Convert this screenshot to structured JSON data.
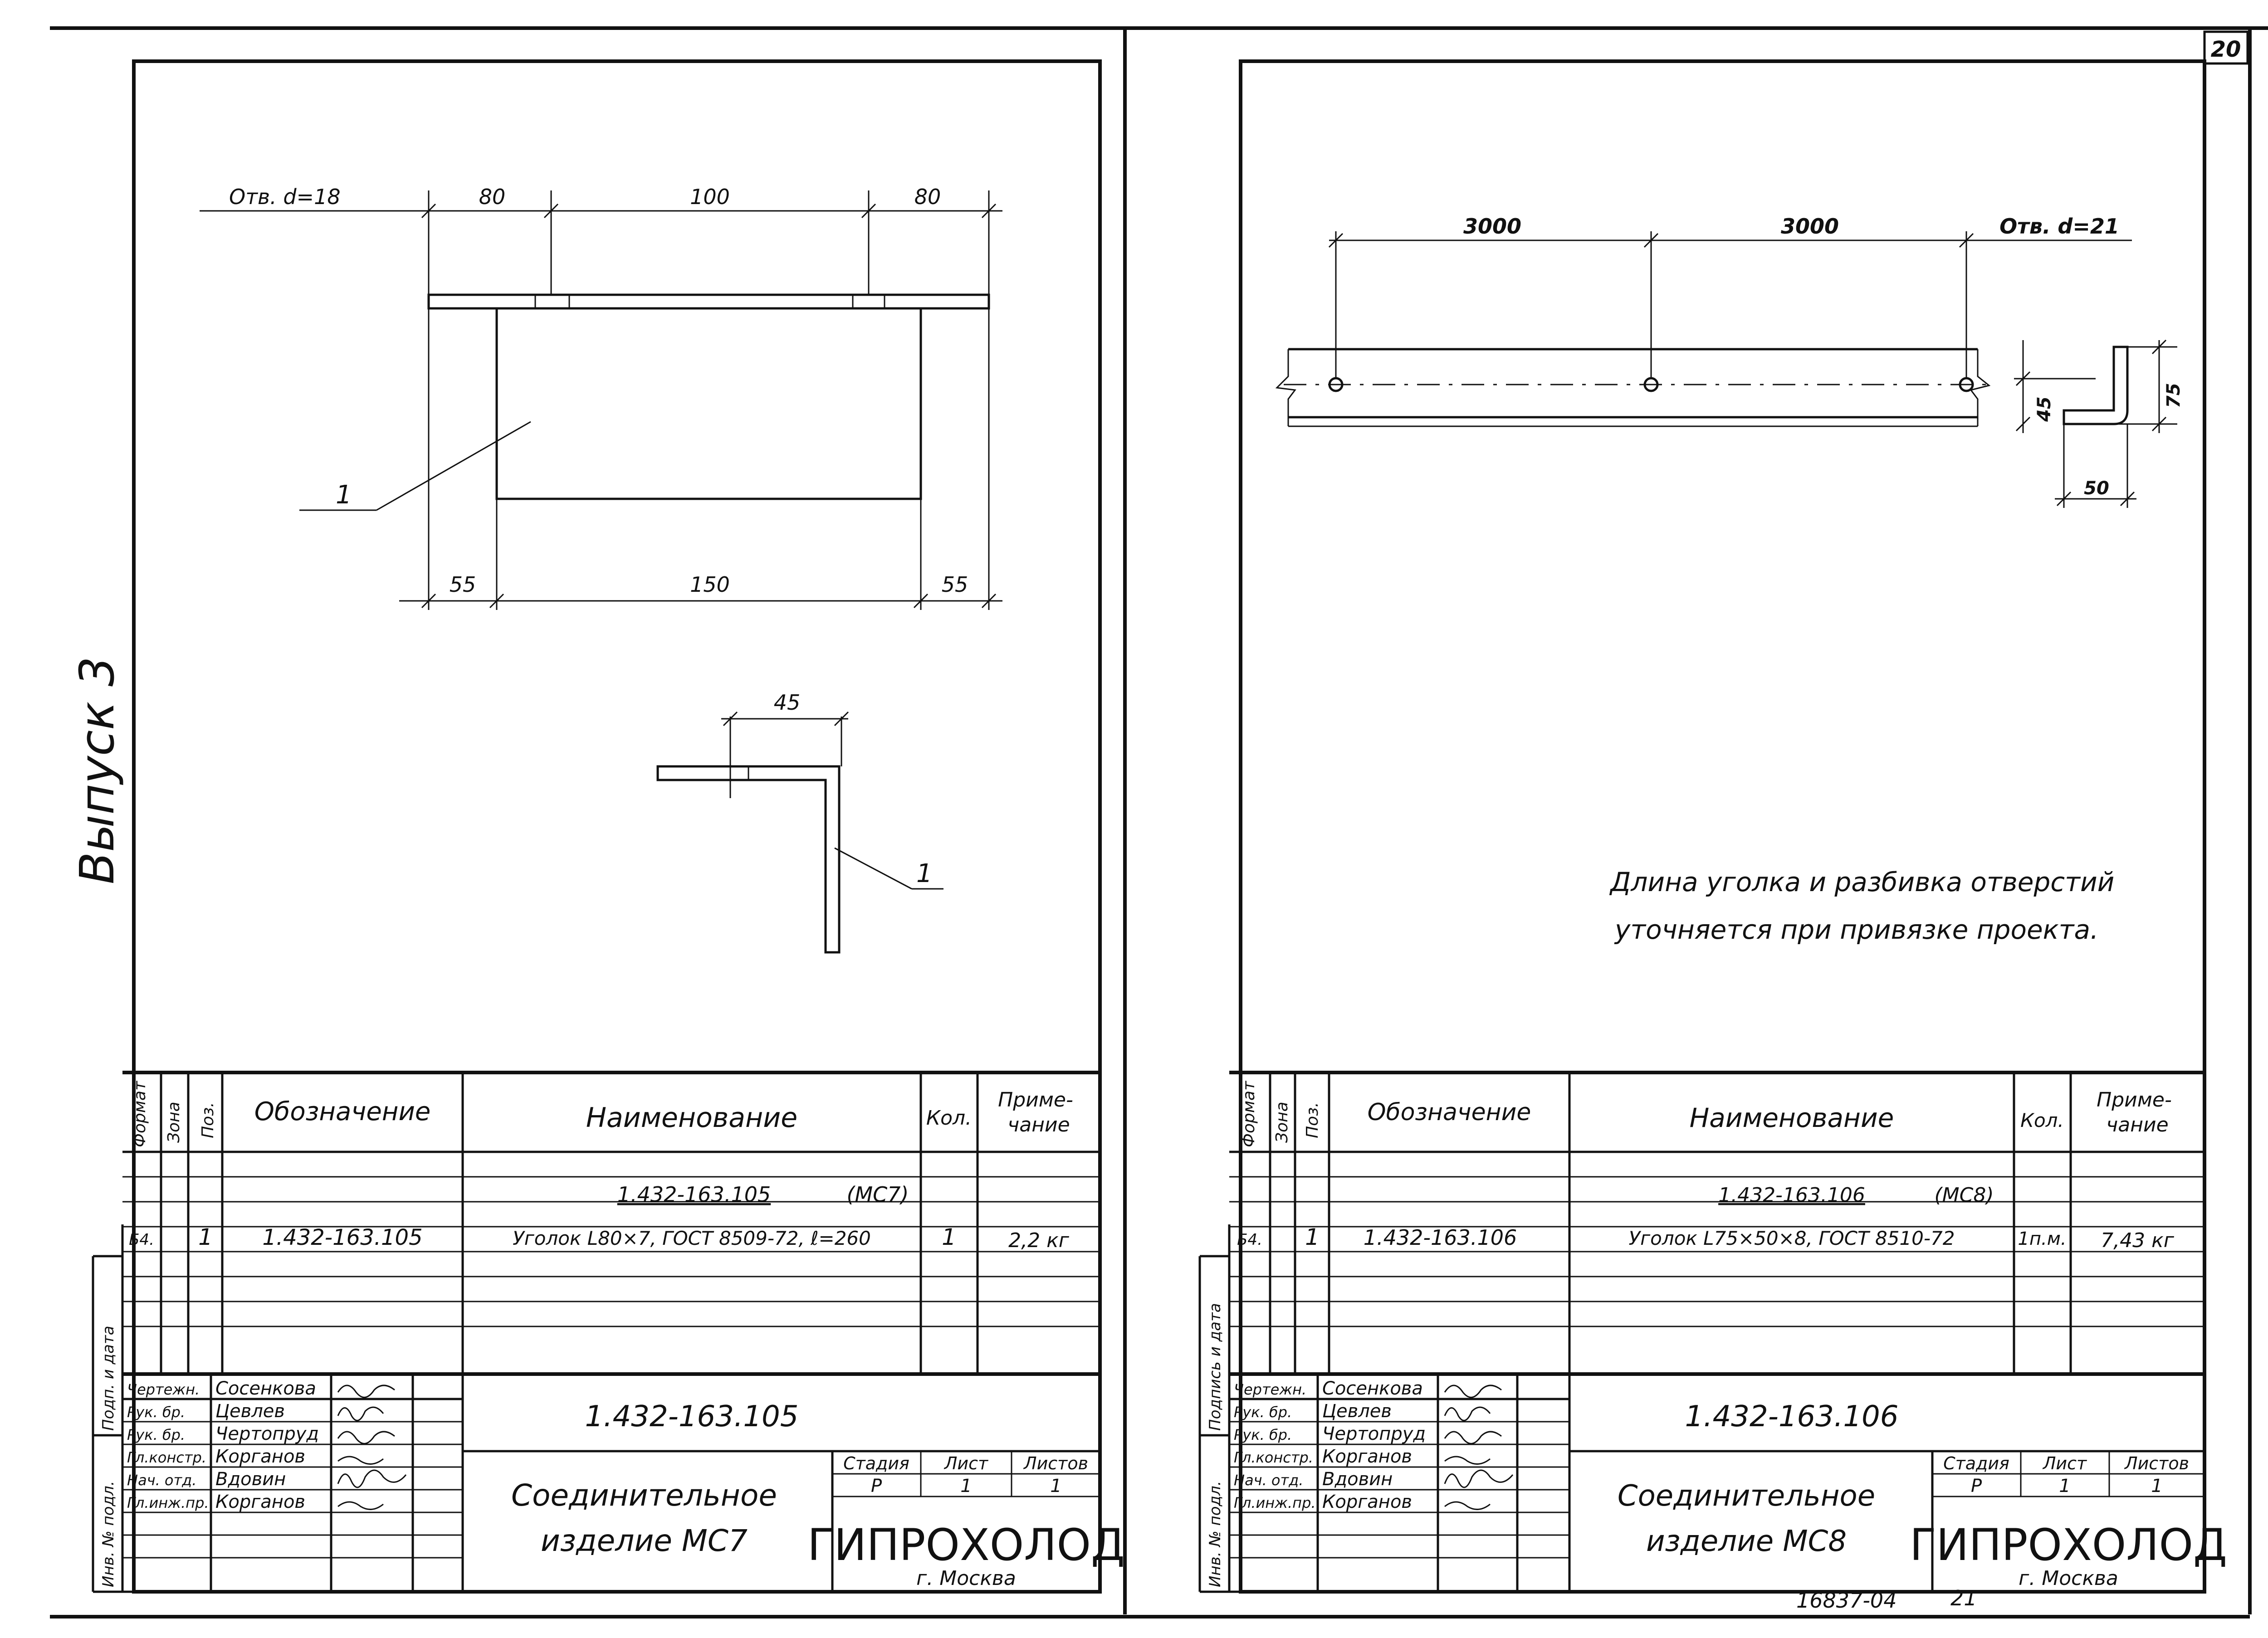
{
  "page_number": "20",
  "series": "Выпуск 3",
  "bottom_code": "16837-04",
  "bottom_sheet": "21",
  "left_sheet": {
    "drawing": {
      "hole_label": "Отв. d=18",
      "dim_top_a": "80",
      "dim_top_b": "100",
      "dim_top_c": "80",
      "dim_bot_a": "55",
      "dim_bot_b": "150",
      "dim_bot_c": "55",
      "dim_section": "45",
      "pos_label_1": "1",
      "pos_label_2": "1"
    },
    "table": {
      "h_format": "Формат",
      "h_zone": "Зона",
      "h_pos": "Поз.",
      "h_designation": "Обозначение",
      "h_name": "Наименование",
      "h_qty": "Кол.",
      "h_note": "Приме-\nчание",
      "group_title": "1.432-163.105",
      "group_mark": "(МС7)",
      "row_format": "Б4.",
      "row_pos": "1",
      "row_designation": "1.432-163.105",
      "row_name": "Уголок L80×7, ГОСТ 8509-72, ℓ=260",
      "row_qty": "1",
      "row_note": "2,2 кг"
    },
    "stamp": {
      "side_top": "Подп. и дата",
      "side_bottom": "Инв. № подл.",
      "roles": [
        "Чертежн.",
        "Рук. бр.",
        "Рук. бр.",
        "Гл.констр.",
        "Нач. отд.",
        "Гл.инж.пр."
      ],
      "names": [
        "Сосенкова",
        "Цевлев",
        "Чертопруд",
        "Корганов",
        "Вдовин",
        "Корганов"
      ],
      "code": "1.432-163.105",
      "title_1": "Соединительное",
      "title_2": "изделие МС7",
      "h_stage": "Стадия",
      "h_sheet": "Лист",
      "h_sheets": "Листов",
      "stage": "Р",
      "sheet": "1",
      "sheets": "1",
      "org": "ГИПРОХОЛОД",
      "city": "г. Москва"
    }
  },
  "right_sheet": {
    "drawing": {
      "dim_a": "3000",
      "dim_b": "3000",
      "hole_label": "Отв. d=21",
      "dim_45": "45",
      "dim_75": "75",
      "dim_50": "50",
      "note_1": "Длина уголка и разбивка отверстий",
      "note_2": "уточняется при привязке проекта."
    },
    "table": {
      "h_format": "Формат",
      "h_zone": "Зона",
      "h_pos": "Поз.",
      "h_designation": "Обозначение",
      "h_name": "Наименование",
      "h_qty": "Кол.",
      "h_note": "Приме-\nчание",
      "group_title": "1.432-163.106",
      "group_mark": "(МС8)",
      "row_format": "Б4.",
      "row_pos": "1",
      "row_designation": "1.432-163.106",
      "row_name": "Уголок L75×50×8, ГОСТ 8510-72",
      "row_qty": "1п.м.",
      "row_note": "7,43 кг"
    },
    "stamp": {
      "side_top": "Подпись и дата",
      "side_bottom": "Инв. № подл.",
      "roles": [
        "Чертежн.",
        "Рук. бр.",
        "Рук. бр.",
        "Гл.констр.",
        "Нач. отд.",
        "Гл.инж.пр."
      ],
      "names": [
        "Сосенкова",
        "Цевлев",
        "Чертопруд",
        "Корганов",
        "Вдовин",
        "Корганов"
      ],
      "code": "1.432-163.106",
      "title_1": "Соединительное",
      "title_2": "изделие МС8",
      "h_stage": "Стадия",
      "h_sheet": "Лист",
      "h_sheets": "Листов",
      "stage": "Р",
      "sheet": "1",
      "sheets": "1",
      "org": "ГИПРОХОЛОД",
      "city": "г. Москва"
    }
  }
}
